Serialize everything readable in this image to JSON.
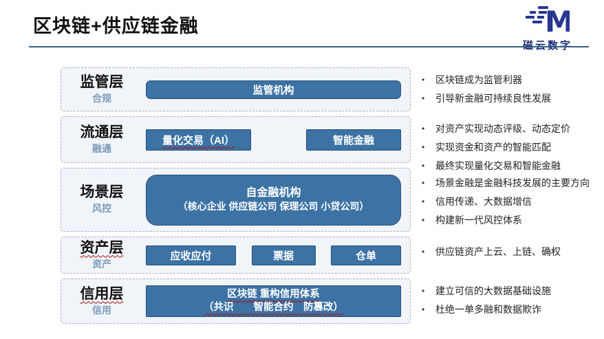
{
  "page": {
    "title": "区块链+供应链金融",
    "logo": {
      "icon": "m-speed-icon",
      "text": "磁云数字",
      "color": "#283593"
    }
  },
  "colors": {
    "accent_steel_blue": "#3c72a4",
    "accent_border": "#27507a",
    "logo_navy": "#283593",
    "sublabel_blue": "#7d9cbb",
    "band_bg": "#f1f4f8",
    "divider": "#33607e"
  },
  "layers": [
    {
      "label": "监管层",
      "sublabel": "合规",
      "boxes": [
        {
          "label": "监管机构"
        }
      ],
      "bullets": [
        "区块链成为监管利器",
        "引导新金融可持续良性发展"
      ]
    },
    {
      "label": "流通层",
      "sublabel": "融通",
      "boxes": [
        {
          "label": "量化交易（AI）"
        },
        {
          "label": "智能金融"
        }
      ],
      "bullets": [
        "对资产实现动态评级、动态定价",
        "实现资金和资产的智能匹配",
        "最终实现量化交易和智能金融"
      ]
    },
    {
      "label": "场景层",
      "sublabel": "风控",
      "boxes": [
        {
          "label": "自金融机构",
          "sublabel": "（核心企业 供应链公司 保理公司 小贷公司）"
        }
      ],
      "bullets": [
        "场景金融是金融科技发展的主要方向",
        "信用传递、大数据增信",
        "构建新一代风控体系"
      ]
    },
    {
      "label": "资产层",
      "sublabel": "资产",
      "boxes": [
        {
          "label": "应收应付"
        },
        {
          "label": "票据"
        },
        {
          "label": "仓单"
        }
      ],
      "bullets": [
        "供应链资产上云、上链、确权"
      ]
    },
    {
      "label": "信用层",
      "sublabel": "信用",
      "boxes": [
        {
          "label": "区块链 重构信用体系",
          "sublabel": "（共识　　智能合约　防篡改）"
        }
      ],
      "bullets": [
        "建立可信的大数据基础设施",
        "杜绝一单多融和数据欺诈"
      ]
    }
  ]
}
